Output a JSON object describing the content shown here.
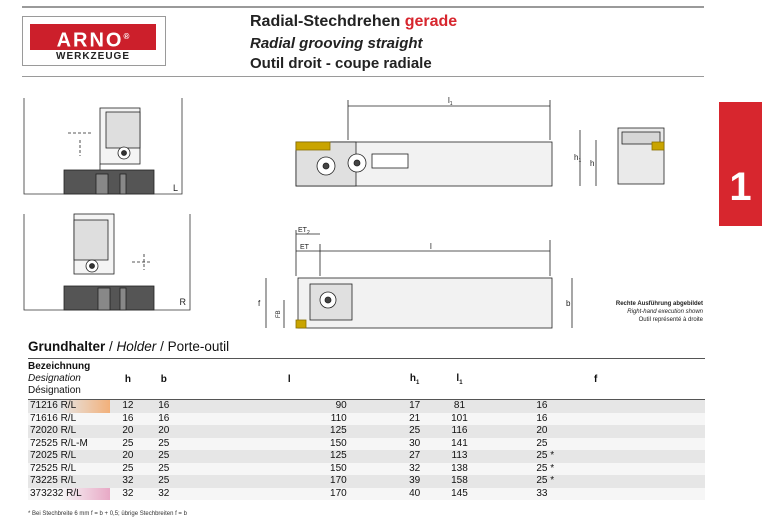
{
  "logo": {
    "brand": "ARNO",
    "registered": "®",
    "sub": "WERKZEUGE"
  },
  "titles": {
    "de_prefix": "Radial-Stechdrehen ",
    "de_highlight": "gerade",
    "en": "Radial grooving straight",
    "fr": "Outil droit - coupe radiale"
  },
  "side_tab": "1",
  "colors": {
    "accent": "#d7262e",
    "logo": "#cc1f2b",
    "orange_fill": "#f2b07a",
    "pink_fill": "#e8a9c6"
  },
  "drawing": {
    "label_left": "L",
    "label_right": "R",
    "dim_l1": "l",
    "dim_l1_sub": "1",
    "dim_h": "h",
    "dim_h1": "h",
    "dim_h1_sub": "1",
    "dim_l": "l",
    "dim_et": "ET",
    "dim_et2": "ET",
    "dim_et2_sub": "2",
    "dim_f": "f",
    "dim_fb": "FB",
    "dim_b": "b",
    "note_de": "Rechte Ausführung abgebildet",
    "note_en": "Right-hand execution shown",
    "note_fr": "Outil représenté à droite"
  },
  "section": {
    "de": "Grundhalter",
    "sep1": " / ",
    "en": "Holder",
    "sep2": " / ",
    "fr": "Porte-outil"
  },
  "table": {
    "head_first": {
      "de": "Bezeichnung",
      "en": "Designation",
      "fr": "Désignation"
    },
    "columns": [
      {
        "label": "h",
        "sub": ""
      },
      {
        "label": "b",
        "sub": ""
      },
      {
        "label": "l",
        "sub": ""
      },
      {
        "label": "h",
        "sub": "1"
      },
      {
        "label": "l",
        "sub": "1"
      },
      {
        "label": "f",
        "sub": ""
      }
    ],
    "rows": [
      [
        "71216 R/L",
        "12",
        "16",
        "90",
        "17",
        "81",
        "16"
      ],
      [
        "71616 R/L",
        "16",
        "16",
        "110",
        "21",
        "101",
        "16"
      ],
      [
        "72020 R/L",
        "20",
        "20",
        "125",
        "25",
        "116",
        "20"
      ],
      [
        "72525 R/L-M",
        "25",
        "25",
        "150",
        "30",
        "141",
        "25"
      ],
      [
        "72025 R/L",
        "20",
        "25",
        "125",
        "27",
        "113",
        "25 *"
      ],
      [
        "72525 R/L",
        "25",
        "25",
        "150",
        "32",
        "138",
        "25 *"
      ],
      [
        "73225 R/L",
        "32",
        "25",
        "170",
        "39",
        "158",
        "25 *"
      ],
      [
        "373232 R/L",
        "32",
        "32",
        "170",
        "40",
        "145",
        "33"
      ]
    ]
  },
  "footnote": "*  Bei Stechbreite 6 mm      f = b + 0,5; übrige Stechbreiten f = b"
}
